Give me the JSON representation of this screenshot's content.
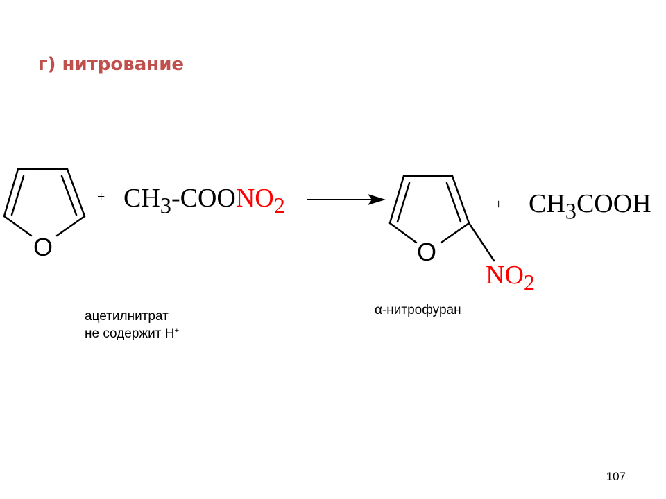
{
  "title": "г) нитрование",
  "reaction": {
    "plus_symbol": "+",
    "ring_oxygen": "O",
    "reagent": {
      "prefix": "CH",
      "sub": "3",
      "middle": "-COO",
      "nitro": "NO",
      "nitro_sub": "2"
    },
    "product_nitro": {
      "text": "NO",
      "sub": "2"
    },
    "byproduct": {
      "prefix": "CH",
      "sub": "3",
      "suffix": "COOH"
    }
  },
  "notes": {
    "reagent_line1": "ацетилнитрат",
    "reagent_line2": "не содержит H",
    "reagent_sup": "+",
    "product_name": "α-нитрофуран"
  },
  "page_number": "107",
  "colors": {
    "title": "#c0504d",
    "nitro": "#ff0000",
    "text": "#000000"
  }
}
